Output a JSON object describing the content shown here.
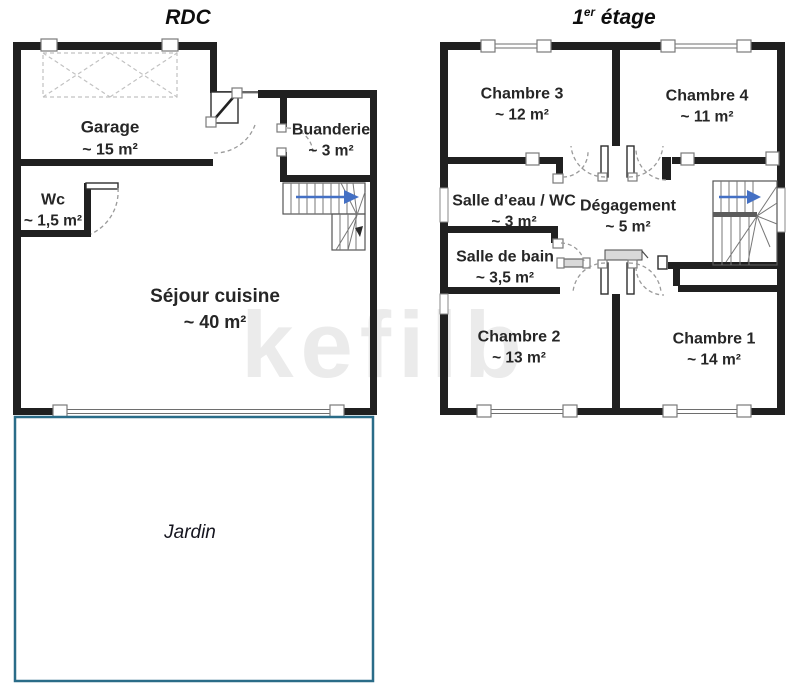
{
  "watermark": {
    "text": "kefilb"
  },
  "colors": {
    "wall": "#202020",
    "jardin_border": "#2a6c88",
    "stair_arrow": "#4470c4",
    "dashed_door": "#9a9a9a",
    "text": "#262626"
  },
  "floors": {
    "rdc": {
      "title": "RDC",
      "rooms": {
        "garage": {
          "name": "Garage",
          "area": "~ 15 m²"
        },
        "buanderie": {
          "name": "Buanderie",
          "area": "~ 3 m²"
        },
        "wc": {
          "name": "Wc",
          "area": "~ 1,5 m²"
        },
        "sejour": {
          "name": "Séjour cuisine",
          "area": "~ 40 m²"
        },
        "jardin": {
          "name": "Jardin"
        }
      }
    },
    "etage": {
      "title_num": "1",
      "title_sup": "er",
      "title_rest": " étage",
      "rooms": {
        "chambre3": {
          "name": "Chambre 3",
          "area": "~ 12 m²"
        },
        "chambre4": {
          "name": "Chambre 4",
          "area": "~ 11 m²"
        },
        "salle_eau": {
          "name": "Salle d’eau / WC",
          "area": "~ 3 m²"
        },
        "degagement": {
          "name": "Dégagement",
          "area": "~ 5 m²"
        },
        "salle_bain": {
          "name": "Salle de bain",
          "area": "~ 3,5 m²"
        },
        "chambre2": {
          "name": "Chambre 2",
          "area": "~ 13 m²"
        },
        "chambre1": {
          "name": "Chambre 1",
          "area": "~ 14 m²"
        }
      }
    }
  }
}
